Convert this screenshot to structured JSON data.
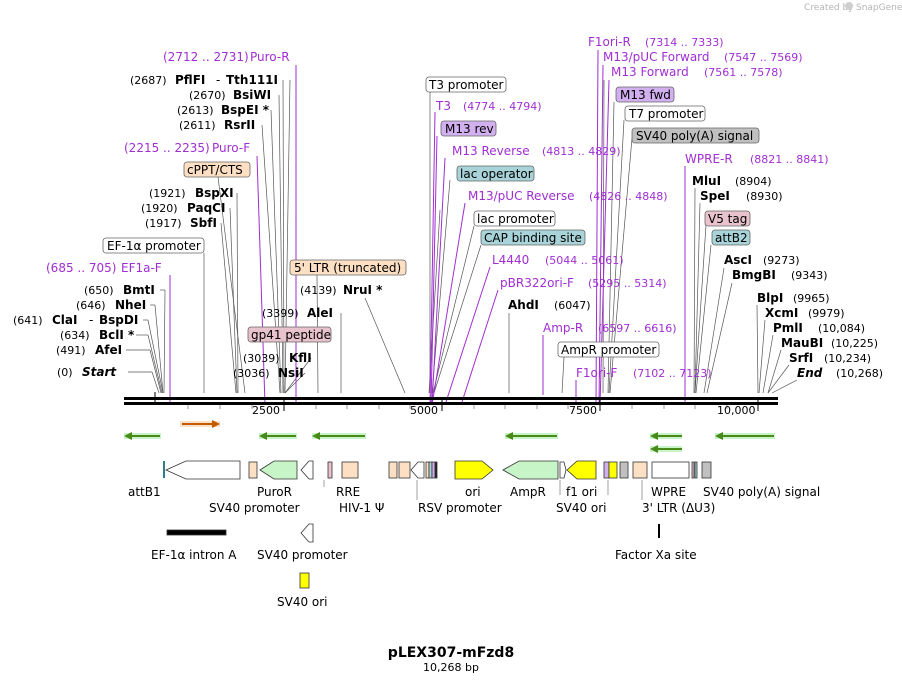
{
  "header": {
    "created_by": "Created by",
    "brand": "SnapGene"
  },
  "plasmid": {
    "name": "pLEX307-mFzd8",
    "size": "10,268 bp"
  },
  "ruler": {
    "ticks": [
      "2500",
      "5000",
      "7500",
      "10,000"
    ]
  },
  "colors": {
    "purple_text": "#a02ed2",
    "black_text": "#000000",
    "green_arrow": "#c8f5c8",
    "yellow": "#ffff00",
    "orange_box": "#fde0c4",
    "gray_box": "#c0c0c0",
    "purple_box": "#d2b0f0",
    "teal_box": "#a8d3d8",
    "pink_box": "#e8c2cc",
    "green_dot_strand": "#8fd35c"
  },
  "labels": {
    "purotop": {
      "coord": "(2712 .. 2731)",
      "name": "Puro-R"
    },
    "pflfi": {
      "coord": "(2687)",
      "name": "PflFI",
      "dash": "-",
      "name2": "Tth111I"
    },
    "bsiwi": {
      "coord": "(2670)",
      "name": "BsiWI"
    },
    "bspei": {
      "coord": "(2613)",
      "name": "BspEI *"
    },
    "rsrii": {
      "coord": "(2611)",
      "name": "RsrII"
    },
    "purof": {
      "coord": "(2215 .. 2235)",
      "name": "Puro-F"
    },
    "cppt": {
      "name": "cPPT/CTS"
    },
    "bspxi": {
      "coord": "(1921)",
      "name": "BspXI"
    },
    "paqci": {
      "coord": "(1920)",
      "name": "PaqCI"
    },
    "sbfi": {
      "coord": "(1917)",
      "name": "SbfI"
    },
    "ef1prom": {
      "name": "EF-1α promoter"
    },
    "ef1af": {
      "coord": "(685 .. 705)",
      "name": "EF1a-F"
    },
    "bmti": {
      "coord": "(650)",
      "name": "BmtI"
    },
    "nhei": {
      "coord": "(646)",
      "name": "NheI"
    },
    "clai": {
      "coord": "(641)",
      "name": "ClaI",
      "dash": "-",
      "name2": "BspDI"
    },
    "bcli": {
      "coord": "(634)",
      "name": "BclI *"
    },
    "afei": {
      "coord": "(491)",
      "name": "AfeI"
    },
    "start": {
      "coord": "(0)",
      "name": "Start"
    },
    "ltr5": {
      "name": "5' LTR (truncated)"
    },
    "nrui": {
      "coord": "(4139)",
      "name": "NruI *"
    },
    "alei": {
      "coord": "(3399)",
      "name": "AleI"
    },
    "gp41": {
      "name": "gp41 peptide"
    },
    "kfli": {
      "coord": "(3039)",
      "name": "KflI"
    },
    "nsii": {
      "coord": "(3036)",
      "name": "NsiI"
    },
    "t3prom": {
      "name": "T3 promoter"
    },
    "t3": {
      "name": "T3",
      "coord": "(4774 .. 4794)"
    },
    "m13rev": {
      "name": "M13 rev"
    },
    "m13reverse": {
      "name": "M13 Reverse",
      "coord": "(4813 .. 4829)"
    },
    "lacop": {
      "name": "lac operator"
    },
    "m13pucrev": {
      "name": "M13/pUC Reverse",
      "coord": "(4826 .. 4848)"
    },
    "lacprom": {
      "name": "lac promoter"
    },
    "cap": {
      "name": "CAP binding site"
    },
    "l4440": {
      "name": "L4440",
      "coord": "(5044 .. 5061)"
    },
    "pbr322": {
      "name": "pBR322ori-F",
      "coord": "(5295 .. 5314)"
    },
    "ahdi": {
      "name": "AhdI",
      "coord": "(6047)"
    },
    "ampr_p": {
      "name": "Amp-R",
      "coord": "(6597 .. 6616)"
    },
    "amprprom": {
      "name": "AmpR promoter"
    },
    "f1orir": {
      "name": "F1ori-R",
      "coord": "(7314 .. 7333)"
    },
    "m13pucfwd": {
      "name": "M13/pUC Forward",
      "coord": "(7547 .. 7569)"
    },
    "m13forward": {
      "name": "M13 Forward",
      "coord": "(7561 .. 7578)"
    },
    "m13fwd": {
      "name": "M13 fwd"
    },
    "t7prom": {
      "name": "T7 promoter"
    },
    "sv40polya": {
      "name": "SV40 poly(A) signal"
    },
    "wprer": {
      "name": "WPRE-R",
      "coord": "(8821 .. 8841)"
    },
    "mlui": {
      "name": "MluI",
      "coord": "(8904)"
    },
    "spei": {
      "name": "SpeI",
      "coord": "(8930)"
    },
    "v5": {
      "name": "V5 tag"
    },
    "attb2": {
      "name": "attB2"
    },
    "asci": {
      "name": "AscI",
      "coord": "(9273)"
    },
    "bmgbi": {
      "name": "BmgBI",
      "coord": "(9343)"
    },
    "blpi": {
      "name": "BlpI",
      "coord": "(9965)"
    },
    "xcmi": {
      "name": "XcmI",
      "coord": "(9979)"
    },
    "pmli": {
      "name": "PmlI",
      "coord": "(10,084)"
    },
    "maubi": {
      "name": "MauBI",
      "coord": "(10,225)"
    },
    "srfi": {
      "name": "SrfI",
      "coord": "(10,234)"
    },
    "end": {
      "name": "End",
      "coord": "(10,268)"
    },
    "f1orif": {
      "name": "F1ori-F",
      "coord": "(7102 .. 7123)"
    }
  },
  "features": {
    "attb1": "attB1",
    "sv40prom": "SV40 promoter",
    "puror": "PuroR",
    "rre": "RRE",
    "hiv1": "HIV-1 Ψ",
    "rsvprom": "RSV promoter",
    "ori": "ori",
    "ampr": "AmpR",
    "f1ori": "f1 ori",
    "sv40ori": "SV40 ori",
    "wpre": "WPRE",
    "ltr3": "3' LTR (ΔU3)",
    "sv40polya2": "SV40 poly(A) signal",
    "ef1intron": "EF-1α intron A",
    "sv40prom2": "SV40 promoter",
    "factorxa": "Factor Xa site",
    "sv40ori2": "SV40 ori"
  }
}
